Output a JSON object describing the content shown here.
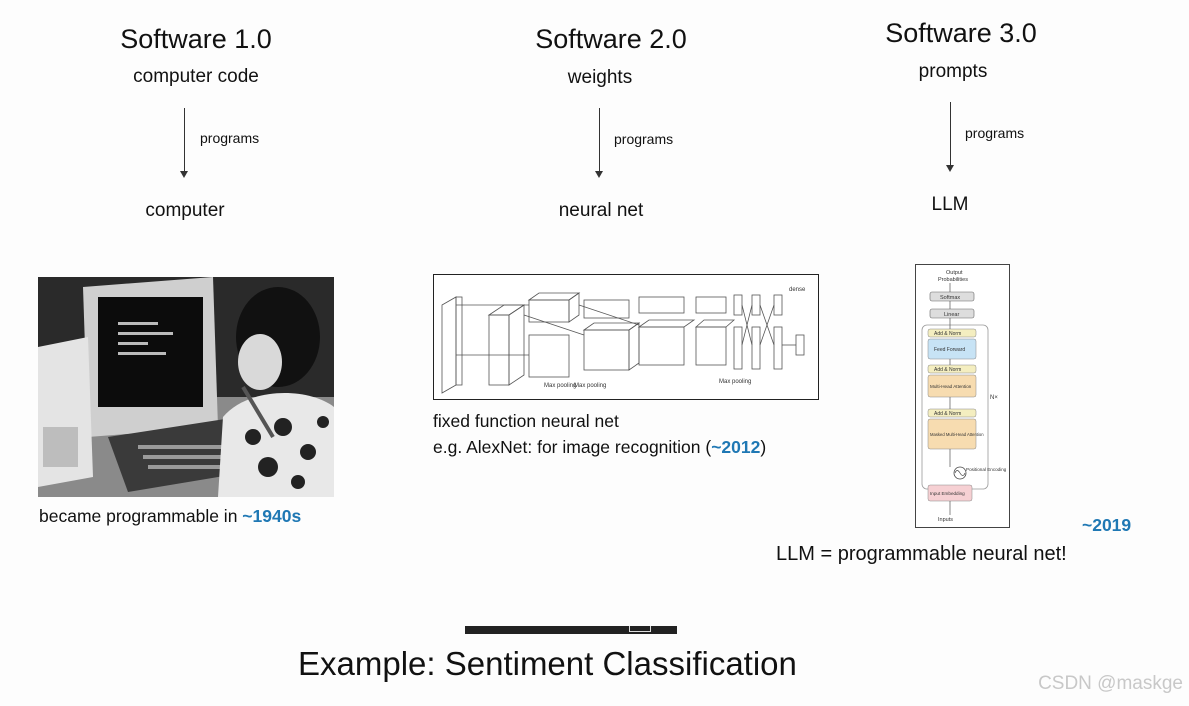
{
  "columns": [
    {
      "title": "Software 1.0",
      "source": "computer code",
      "arrow_label": "programs",
      "target": "computer",
      "caption_prefix": "became programmable in ",
      "caption_accent": "~1940s"
    },
    {
      "title": "Software 2.0",
      "source": "weights",
      "arrow_label": "programs",
      "target": "neural net",
      "caption_line1": "fixed function neural net",
      "caption_prefix": "e.g. AlexNet: for image recognition (",
      "caption_accent": "~2012",
      "caption_suffix": ")"
    },
    {
      "title": "Software 3.0",
      "source": "prompts",
      "arrow_label": "programs",
      "target": "LLM",
      "caption_accent": "~2019",
      "caption_line2": "LLM = programmable neural net!"
    }
  ],
  "transformer_labels": {
    "output": "Output",
    "probs": "Probabilities",
    "softmax": "Softmax",
    "linear": "Linear",
    "addnorm": "Add & Norm",
    "ff": "Feed Forward",
    "mha": "Multi-Head Attention",
    "masked": "Masked Multi-Head Attention",
    "nx": "N×",
    "pos": "Positional Encoding",
    "embed": "Input Embedding",
    "inputs": "Inputs"
  },
  "alexnet_labels": {
    "maxpool": "Max pooling",
    "dense": "dense"
  },
  "footer": {
    "title": "Example: Sentiment Classification"
  },
  "watermark": "CSDN @maskge",
  "colors": {
    "accent": "#1f78b4"
  }
}
